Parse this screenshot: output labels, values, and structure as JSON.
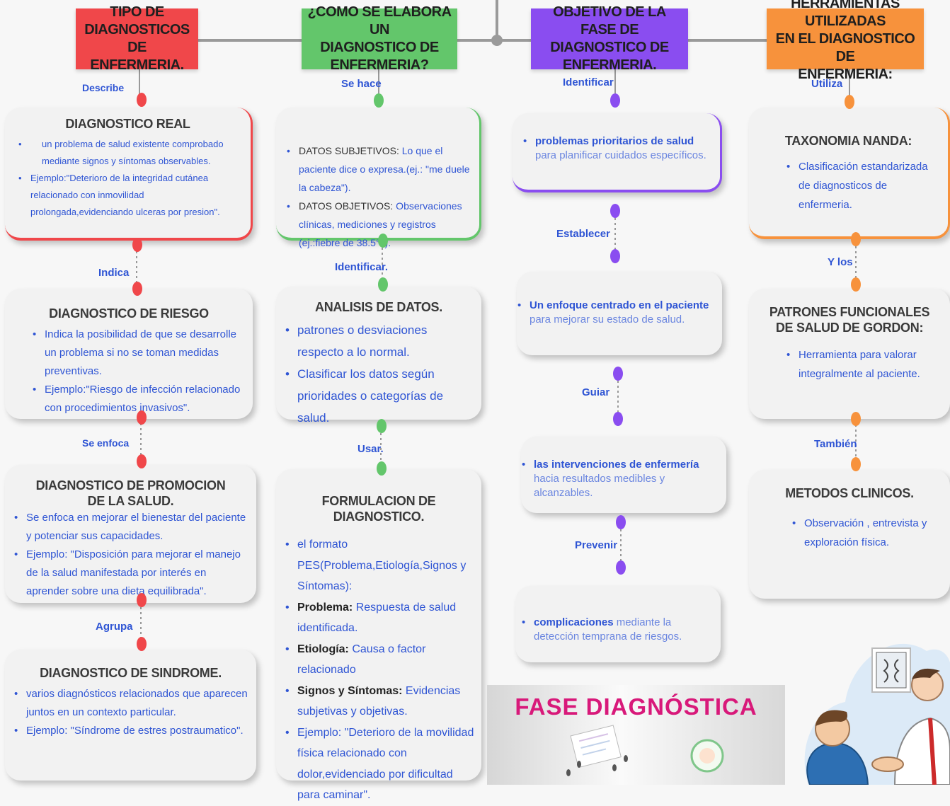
{
  "colors": {
    "red": "#f0474a",
    "green": "#63c66b",
    "purple": "#8a4df0",
    "orange": "#f7923c",
    "link_text": "#2f55d4"
  },
  "headers": [
    {
      "id": "tipo",
      "text": "TIPO DE\nDIAGNOSTICOS DE\nENFERMERIA.",
      "color": "#f0474a"
    },
    {
      "id": "como",
      "text": "¿COMO SE ELABORA UN\nDIAGNOSTICO DE\nENFERMERIA?",
      "color": "#63c66b"
    },
    {
      "id": "objetivo",
      "text": "OBJETIVO DE LA FASE DE\nDIAGNOSTICO DE\nENFERMERIA.",
      "color": "#8a4df0"
    },
    {
      "id": "herramientas",
      "text": "HERRAMIENTAS UTILIZADAS\nEN EL DIAGNOSTICO DE\nENFERMERIA:",
      "color": "#f7923c"
    }
  ],
  "labels": {
    "describe": "Describe",
    "indica": "Indica",
    "se_enfoca": "Se enfoca",
    "agrupa": "Agrupa",
    "se_hace": "Se hace",
    "identificar_col2": "Identificar.",
    "usar": "Usar.",
    "identificar_col3": "Identificar",
    "establecer": "Establecer",
    "guiar": "Guiar",
    "prevenir": "Prevenir",
    "utiliza": "Utiliza",
    "y_los": "Y los",
    "tambien": "También"
  },
  "col1": {
    "real": {
      "title": "DIAGNOSTICO REAL",
      "b1": "un problema de salud existente comprobado mediante signos y síntomas observables.",
      "b2": "Ejemplo:\"Deterioro de la integridad cutánea relacionado  con inmovilidad prolongada,evidenciando ulceras por presion\"."
    },
    "riesgo": {
      "title": "DIAGNOSTICO DE RIESGO",
      "b1": "Indica la posibilidad de que se desarrolle un problema si no se toman medidas preventivas.",
      "b2": "Ejemplo:\"Riesgo de infección  relacionado con procedimientos invasivos\"."
    },
    "promocion": {
      "title": "DIAGNOSTICO DE PROMOCION DE LA SALUD.",
      "b1": "Se enfoca en mejorar el bienestar del paciente y potenciar sus capacidades.",
      "b2": "Ejemplo: \"Disposición para mejorar el manejo de la salud manifestada por interés en aprender sobre una dieta equilibrada\"."
    },
    "sindrome": {
      "title": "DIAGNOSTICO DE SINDROME.",
      "b1": "varios diagnósticos  relacionados que aparecen juntos en un contexto particular.",
      "b2": "Ejemplo: \"Síndrome de estres postraumatico\"."
    }
  },
  "col2": {
    "datos": {
      "b1_label": "DATOS SUBJETIVOS:",
      "b1_text": " Lo que el paciente dice o expresa.(ej.: \"me duele la cabeza\").",
      "b2_label": "DATOS OBJETIVOS:",
      "b2_text": " Observaciones clínicas, mediciones y registros (ej.:fiebre de 38.5°c)."
    },
    "analisis": {
      "title": "ANALISIS DE DATOS.",
      "b1": "patrones o desviaciones respecto a lo normal.",
      "b2": "Clasificar los datos según prioridades o categorías de salud."
    },
    "formulacion": {
      "title": "FORMULACION DE DIAGNOSTICO.",
      "b1": "el formato PES(Problema,Etiología,Signos  y Síntomas):",
      "b2_label": "Problema:",
      "b2_text": " Respuesta de salud identificada.",
      "b3_label": "Etiología:",
      "b3_text": "  Causa o factor relacionado",
      "b4_label": "Signos y Síntomas:",
      "b4_text": " Evidencias subjetivas y objetivas.",
      "b5": "Ejemplo: \"Deterioro de la movilidad física relacionado con dolor,evidenciado por dificultad para caminar\"."
    }
  },
  "col3": {
    "c1_strong": "problemas prioritarios de salud",
    "c1_light": " para planificar cuidados específicos.",
    "c2_strong": "Un enfoque centrado en el paciente",
    "c2_light": " para mejorar su estado de salud.",
    "c3_strong": "las intervenciones de enfermería",
    "c3_light": " hacia resultados medibles y alcanzables.",
    "c4_strong": "complicaciones",
    "c4_light": "  mediante la detección temprana de riesgos."
  },
  "col4": {
    "nanda": {
      "title": "TAXONOMIA NANDA:",
      "b1": "Clasificación estandarizada de diagnosticos de enfermeria."
    },
    "gordon": {
      "title": "PATRONES FUNCIONALES\nDE SALUD  DE GORDON:",
      "b1": "Herramienta para valorar integralmente al paciente."
    },
    "metodos": {
      "title": "METODOS CLINICOS.",
      "b1": "Observación , entrevista y exploración física."
    }
  },
  "banner": {
    "title": "FASE DIAGNÓSTICA"
  }
}
